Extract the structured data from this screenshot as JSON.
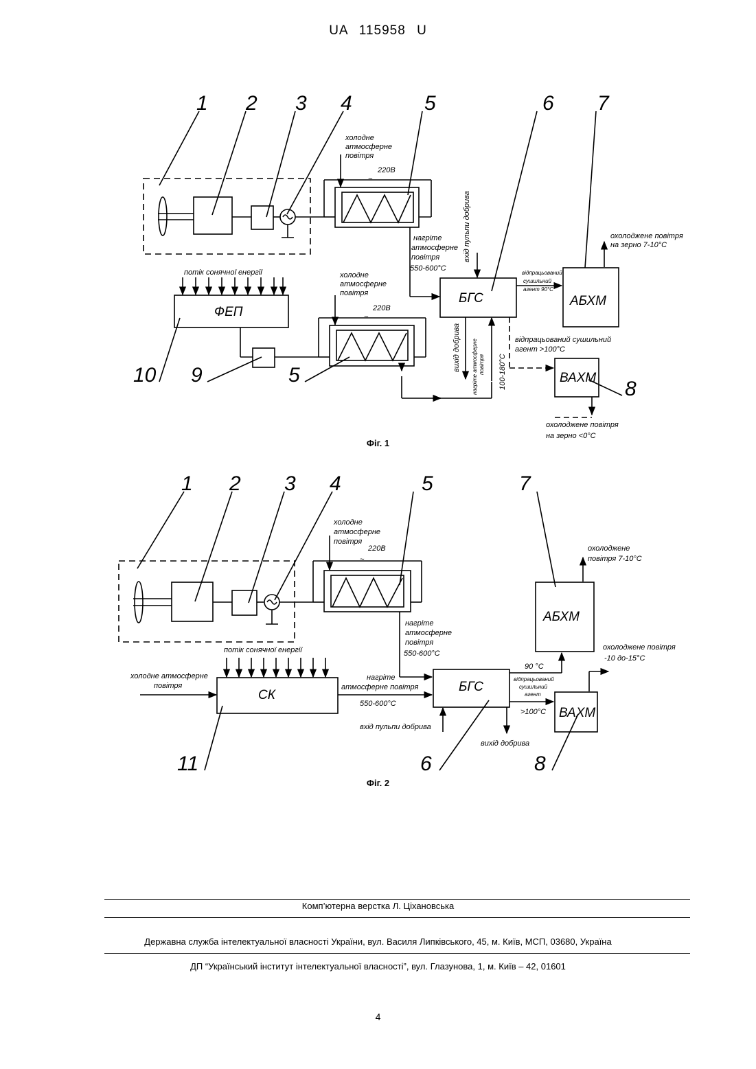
{
  "header": {
    "doc_number": "UA   115958   U"
  },
  "figure1": {
    "caption": "Фіг. 1",
    "refs": [
      "1",
      "2",
      "3",
      "4",
      "5",
      "6",
      "7",
      "5",
      "9",
      "10",
      "8"
    ],
    "voltage": "220В",
    "cold_air": [
      "холодне",
      "атмосферне",
      "повітря"
    ],
    "heated_air": [
      "нагріте",
      "атмосферне",
      "повітря",
      "550-600°С"
    ],
    "bgs": "БГС",
    "abhm": "АБХМ",
    "vahm": "ВАХМ",
    "fep": "ФЕП",
    "solar_flow": "потік сонячної енергії",
    "pulp_input": "вхід пульпи добрива",
    "fert_output": "вихід добрива",
    "heated_air_small": [
      "нагріте атмосферне",
      "повітря"
    ],
    "temp_100_180": "100-180°С",
    "spent_agent_90": [
      "відпрацьований",
      "сушильний",
      "агент 90°С"
    ],
    "spent_agent_100": [
      "відпрацьований сушильний",
      "агент >100°С"
    ],
    "cooled_air_7_10": [
      "охолоджене повітря",
      "на зерно 7-10°С"
    ],
    "cooled_air_0": [
      "охолоджене повітря",
      "на зерно <0°С"
    ]
  },
  "figure2": {
    "caption": "Фіг. 2",
    "refs": [
      "1",
      "2",
      "3",
      "4",
      "5",
      "7",
      "11",
      "6",
      "8"
    ],
    "voltage": "220В",
    "cold_air": [
      "холодне",
      "атмосферне",
      "повітря"
    ],
    "heated_air": [
      "нагріте",
      "атмосферне",
      "повітря",
      "550-600°С"
    ],
    "cold_air_in": [
      "холодне атмосферне",
      "повітря"
    ],
    "sk": "СК",
    "solar_flow": "потік сонячної енергії",
    "heated_air_sk": [
      "нагріте",
      "атмосферне повітря",
      "550-600°С"
    ],
    "bgs": "БГС",
    "abhm": "АБХМ",
    "vahm": "ВАХМ",
    "temp_90": "90 °С",
    "spent_agent": [
      "відпрацьований",
      "сушильний",
      "агент"
    ],
    "temp_100": ">100°С",
    "pulp_input": "вхід пульпи добрива",
    "fert_output": "вихід добрива",
    "cooled_air_7_10": [
      "охолоджене",
      "повітря 7-10°С"
    ],
    "cooled_air_10_15": [
      "охолоджене повітря",
      "-10 до-15°С"
    ]
  },
  "footer": {
    "typesetting": "Комп’ютерна верстка Л. Ціхановська",
    "office": "Державна служба інтелектуальної власності України, вул. Василя Липківського, 45, м. Київ, МСП, 03680, Україна",
    "institute": "ДП “Український інститут інтелектуальної власності”, вул. Глазунова, 1, м. Київ – 42, 01601",
    "page_number": "4"
  }
}
